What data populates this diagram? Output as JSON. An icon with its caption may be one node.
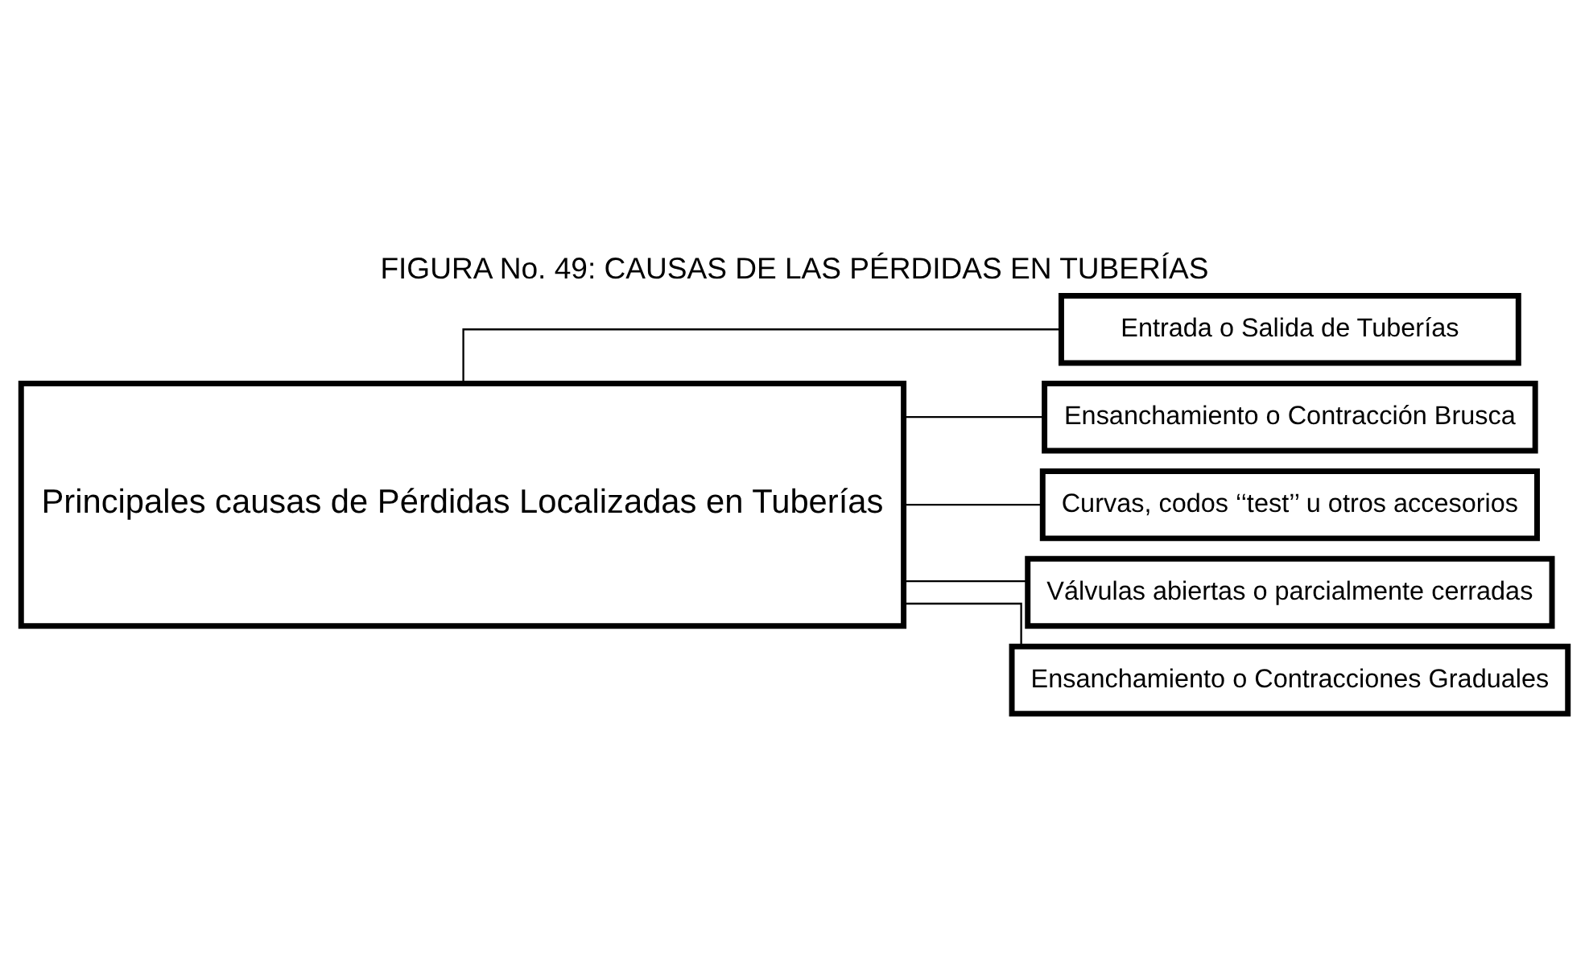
{
  "diagram": {
    "title": "FIGURA No. 49: CAUSAS DE LAS PÉRDIDAS EN TUBERÍAS",
    "nodes": [
      {
        "text": [
          "Principales causas de Pérdidas Localizadas en Tuberías"
        ]
      },
      {
        "text": [
          "Entrada o Salida de Tuberías"
        ]
      },
      {
        "text": [
          "Ensanchamiento o Contracción Brusca"
        ]
      },
      {
        "text": [
          "Curvas, codos ‘‘test’’ u otros accesorios"
        ]
      },
      {
        "text": [
          "Válvulas abiertas o parcialmente cerradas"
        ]
      },
      {
        "text": [
          "Ensanchamiento o Contracciones Graduales"
        ]
      }
    ],
    "edges": [
      {
        "from": 0,
        "to": 1,
        "arrow": "none"
      },
      {
        "from": 0,
        "to": 2,
        "arrow": "none"
      },
      {
        "from": 0,
        "to": 3,
        "arrow": "none"
      },
      {
        "from": 0,
        "to": 4,
        "arrow": "none"
      },
      {
        "from": 0,
        "to": 5,
        "arrow": "none"
      }
    ]
  }
}
